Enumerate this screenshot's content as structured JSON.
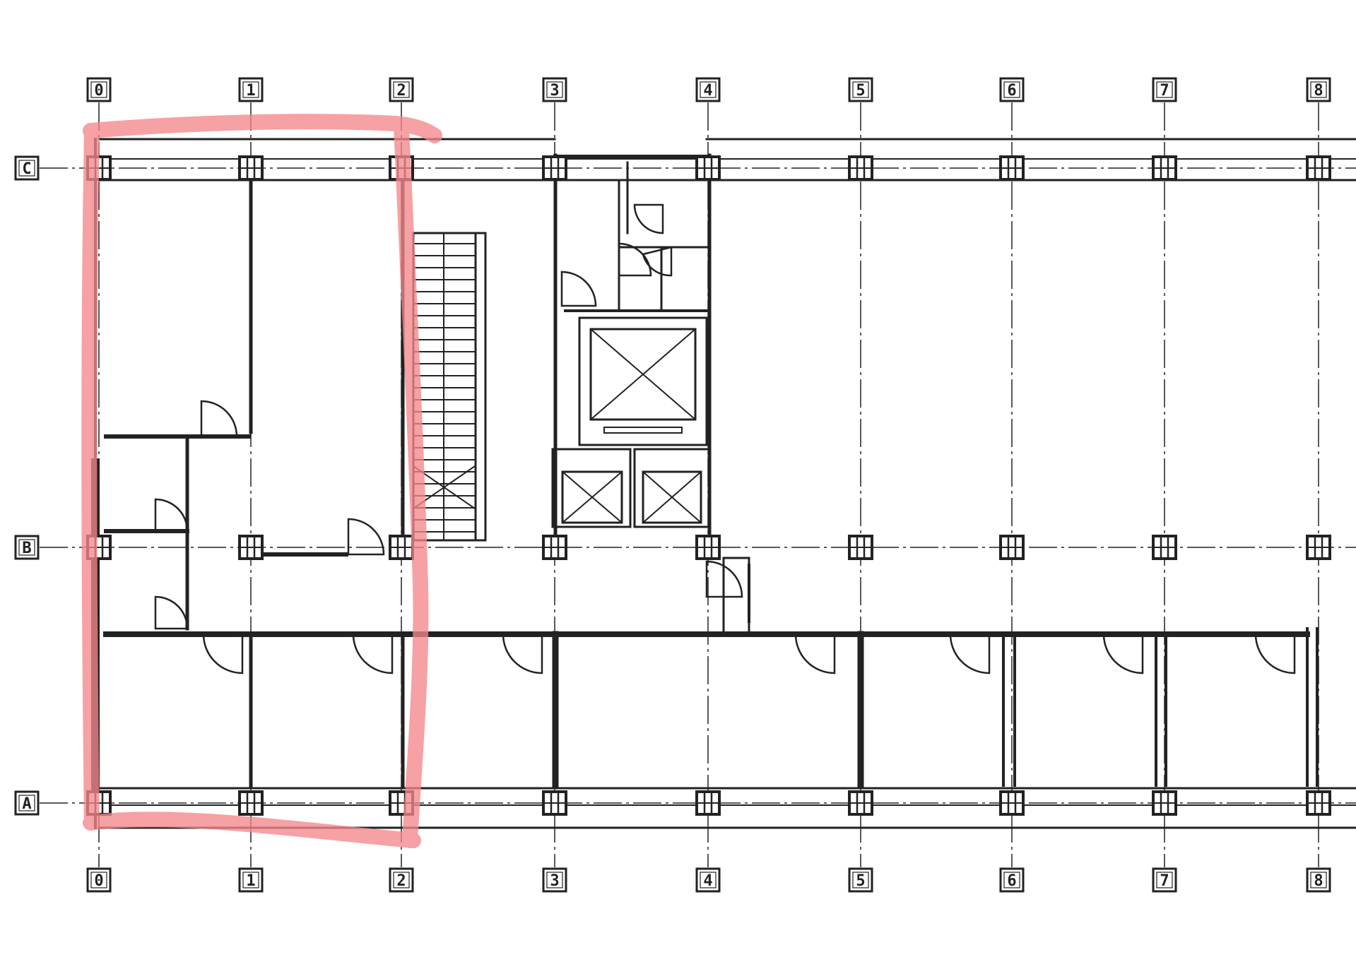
{
  "plan": {
    "grid_columns": [
      {
        "id": "col-0",
        "label": "0"
      },
      {
        "id": "col-1",
        "label": "1"
      },
      {
        "id": "col-2",
        "label": "2"
      },
      {
        "id": "col-3",
        "label": "3"
      },
      {
        "id": "col-4",
        "label": "4"
      },
      {
        "id": "col-5",
        "label": "5"
      },
      {
        "id": "col-6",
        "label": "6"
      },
      {
        "id": "col-7",
        "label": "7"
      },
      {
        "id": "col-8",
        "label": "8"
      }
    ],
    "grid_rows": [
      {
        "id": "row-c",
        "label": "C"
      },
      {
        "id": "row-b",
        "label": "B"
      },
      {
        "id": "row-a",
        "label": "A"
      }
    ],
    "highlight": {
      "color": "#f4868b",
      "covers_columns": [
        "0",
        "2"
      ]
    },
    "colors": {
      "line": "#222222",
      "background": "#ffffff"
    }
  }
}
